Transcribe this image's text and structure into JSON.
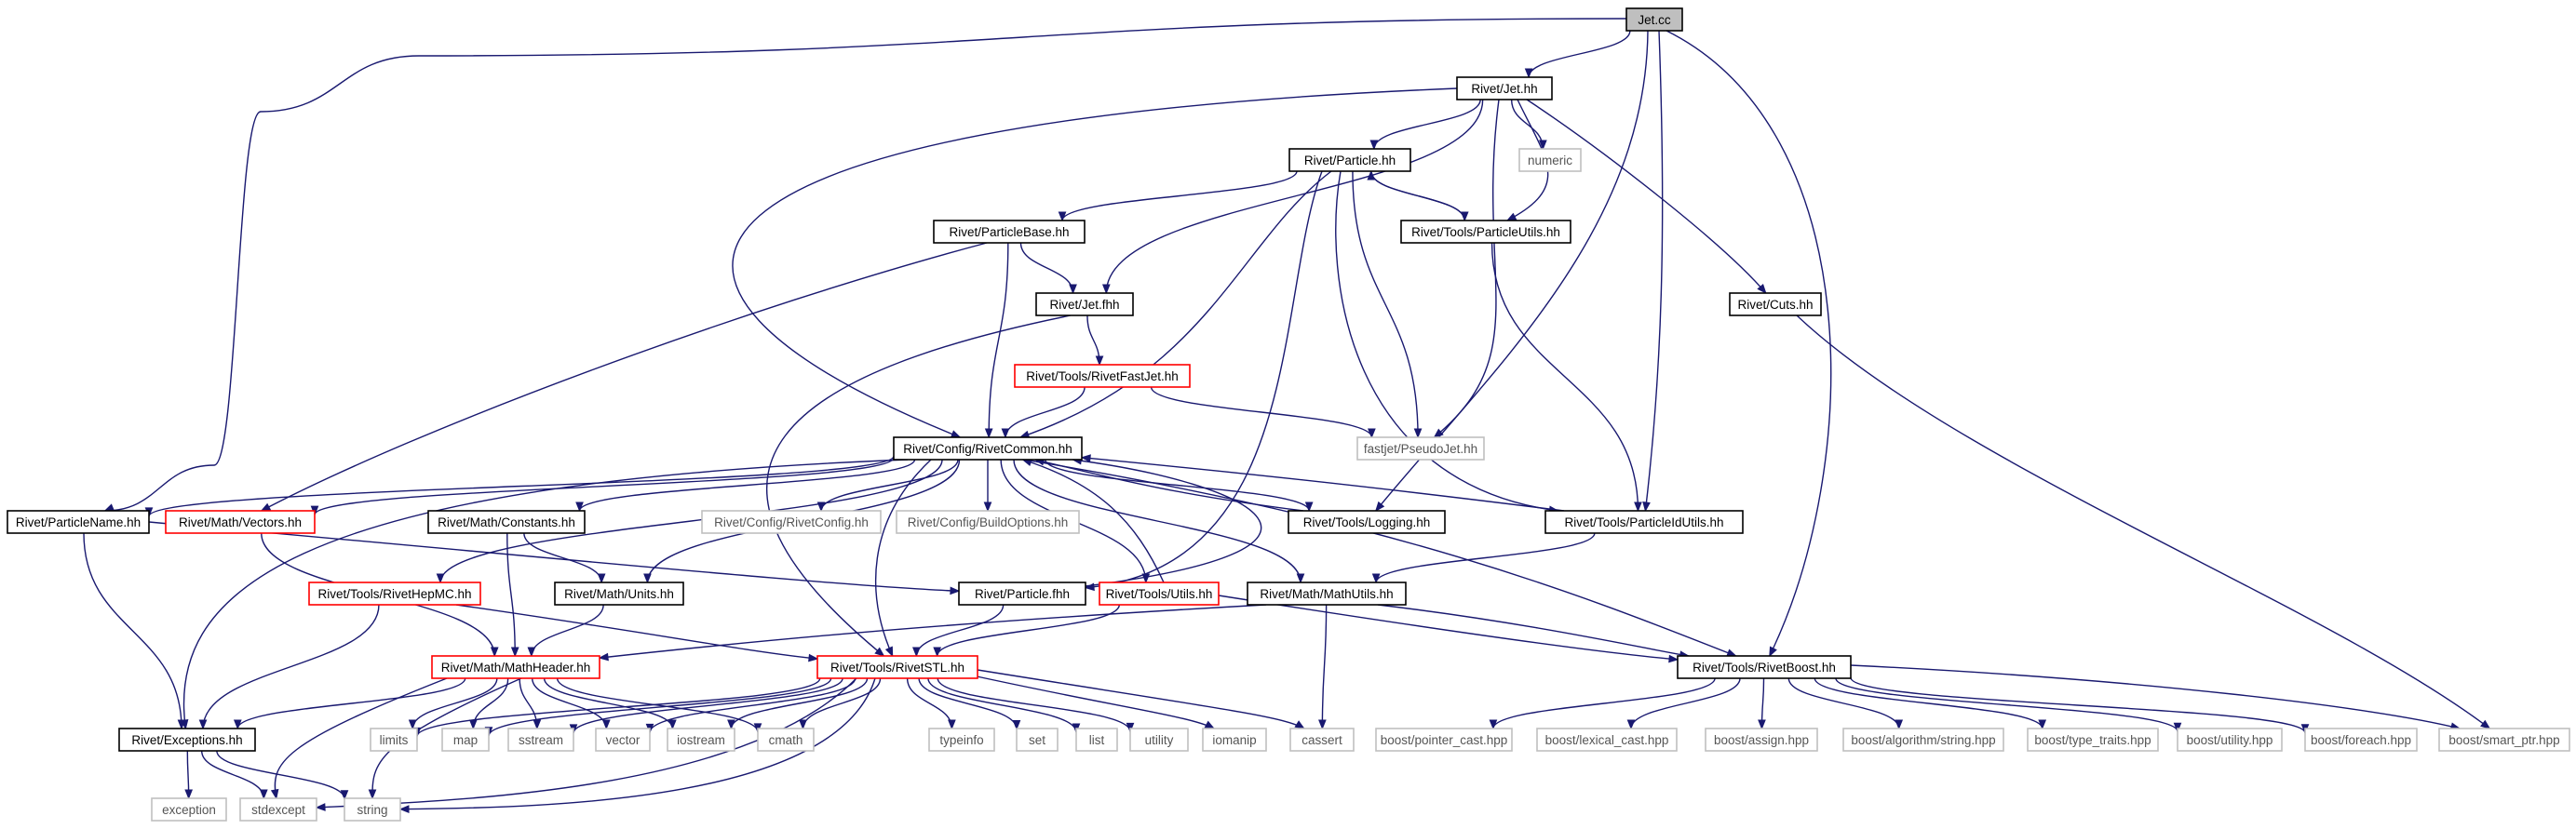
{
  "graph": {
    "colors": {
      "edge": "#191970",
      "edge_external": "#777777",
      "box_documented": "#000000",
      "box_undocumented": "#ff0000",
      "box_external": "#bfbfbf",
      "box_root_fill": "#bfbfbf"
    },
    "nodes": [
      {
        "id": "jet_cc",
        "label": "Jet.cc",
        "kind": "root"
      },
      {
        "id": "jet_hh",
        "label": "Rivet/Jet.hh",
        "kind": "doc"
      },
      {
        "id": "particle_hh",
        "label": "Rivet/Particle.hh",
        "kind": "doc"
      },
      {
        "id": "numeric",
        "label": "numeric",
        "kind": "ext"
      },
      {
        "id": "particlebase_hh",
        "label": "Rivet/ParticleBase.hh",
        "kind": "doc"
      },
      {
        "id": "particleutils_hh",
        "label": "Rivet/Tools/ParticleUtils.hh",
        "kind": "doc"
      },
      {
        "id": "jet_fhh",
        "label": "Rivet/Jet.fhh",
        "kind": "doc"
      },
      {
        "id": "cuts_hh",
        "label": "Rivet/Cuts.hh",
        "kind": "doc"
      },
      {
        "id": "rivetfastjet",
        "label": "Rivet/Tools/RivetFastJet.hh",
        "kind": "red"
      },
      {
        "id": "rivetcommon",
        "label": "Rivet/Config/RivetCommon.hh",
        "kind": "doc"
      },
      {
        "id": "pseudojet",
        "label": "fastjet/PseudoJet.hh",
        "kind": "ext"
      },
      {
        "id": "particlename",
        "label": "Rivet/ParticleName.hh",
        "kind": "doc"
      },
      {
        "id": "vectors",
        "label": "Rivet/Math/Vectors.hh",
        "kind": "red"
      },
      {
        "id": "constants",
        "label": "Rivet/Math/Constants.hh",
        "kind": "doc"
      },
      {
        "id": "rivetconfig",
        "label": "Rivet/Config/RivetConfig.hh",
        "kind": "ext"
      },
      {
        "id": "buildoptions",
        "label": "Rivet/Config/BuildOptions.hh",
        "kind": "ext"
      },
      {
        "id": "logging",
        "label": "Rivet/Tools/Logging.hh",
        "kind": "doc"
      },
      {
        "id": "particleidutils",
        "label": "Rivet/Tools/ParticleIdUtils.hh",
        "kind": "doc"
      },
      {
        "id": "rivethepmc",
        "label": "Rivet/Tools/RivetHepMC.hh",
        "kind": "red"
      },
      {
        "id": "units",
        "label": "Rivet/Math/Units.hh",
        "kind": "doc"
      },
      {
        "id": "particle_fhh",
        "label": "Rivet/Particle.fhh",
        "kind": "doc"
      },
      {
        "id": "utils",
        "label": "Rivet/Tools/Utils.hh",
        "kind": "red"
      },
      {
        "id": "mathutils",
        "label": "Rivet/Math/MathUtils.hh",
        "kind": "doc"
      },
      {
        "id": "mathheader",
        "label": "Rivet/Math/MathHeader.hh",
        "kind": "red"
      },
      {
        "id": "rivetstl",
        "label": "Rivet/Tools/RivetSTL.hh",
        "kind": "red"
      },
      {
        "id": "rivetboost",
        "label": "Rivet/Tools/RivetBoost.hh",
        "kind": "doc"
      },
      {
        "id": "exceptions",
        "label": "Rivet/Exceptions.hh",
        "kind": "doc"
      },
      {
        "id": "limits",
        "label": "limits",
        "kind": "ext"
      },
      {
        "id": "map",
        "label": "map",
        "kind": "ext"
      },
      {
        "id": "sstream",
        "label": "sstream",
        "kind": "ext"
      },
      {
        "id": "vector",
        "label": "vector",
        "kind": "ext"
      },
      {
        "id": "iostream",
        "label": "iostream",
        "kind": "ext"
      },
      {
        "id": "cmath",
        "label": "cmath",
        "kind": "ext"
      },
      {
        "id": "typeinfo",
        "label": "typeinfo",
        "kind": "ext"
      },
      {
        "id": "set",
        "label": "set",
        "kind": "ext"
      },
      {
        "id": "list",
        "label": "list",
        "kind": "ext"
      },
      {
        "id": "utility",
        "label": "utility",
        "kind": "ext"
      },
      {
        "id": "iomanip",
        "label": "iomanip",
        "kind": "ext"
      },
      {
        "id": "cassert",
        "label": "cassert",
        "kind": "ext"
      },
      {
        "id": "exception",
        "label": "exception",
        "kind": "ext"
      },
      {
        "id": "stdexcept",
        "label": "stdexcept",
        "kind": "ext"
      },
      {
        "id": "string",
        "label": "string",
        "kind": "ext"
      },
      {
        "id": "pointer_cast",
        "label": "boost/pointer_cast.hpp",
        "kind": "ext"
      },
      {
        "id": "lexical_cast",
        "label": "boost/lexical_cast.hpp",
        "kind": "ext"
      },
      {
        "id": "assign",
        "label": "boost/assign.hpp",
        "kind": "ext"
      },
      {
        "id": "algostring",
        "label": "boost/algorithm/string.hpp",
        "kind": "ext"
      },
      {
        "id": "type_traits",
        "label": "boost/type_traits.hpp",
        "kind": "ext"
      },
      {
        "id": "butility",
        "label": "boost/utility.hpp",
        "kind": "ext"
      },
      {
        "id": "foreach",
        "label": "boost/foreach.hpp",
        "kind": "ext"
      },
      {
        "id": "smart_ptr",
        "label": "boost/smart_ptr.hpp",
        "kind": "ext"
      }
    ],
    "edges": [
      [
        "jet_cc",
        "jet_hh"
      ],
      [
        "jet_cc",
        "particlename"
      ],
      [
        "jet_cc",
        "logging"
      ],
      [
        "jet_cc",
        "particleidutils"
      ],
      [
        "jet_cc",
        "rivetboost"
      ],
      [
        "jet_hh",
        "particle_hh"
      ],
      [
        "jet_hh",
        "numeric"
      ],
      [
        "jet_hh",
        "particleutils_hh"
      ],
      [
        "jet_hh",
        "jet_fhh"
      ],
      [
        "jet_hh",
        "cuts_hh"
      ],
      [
        "jet_hh",
        "rivetcommon"
      ],
      [
        "jet_hh",
        "pseudojet"
      ],
      [
        "particle_hh",
        "particlebase_hh"
      ],
      [
        "particle_hh",
        "particleutils_hh"
      ],
      [
        "particle_hh",
        "rivetcommon"
      ],
      [
        "particle_hh",
        "pseudojet"
      ],
      [
        "particle_hh",
        "particleidutils"
      ],
      [
        "particle_hh",
        "particle_fhh"
      ],
      [
        "particleutils_hh",
        "particle_hh"
      ],
      [
        "particleutils_hh",
        "particleidutils"
      ],
      [
        "particlebase_hh",
        "jet_fhh"
      ],
      [
        "particlebase_hh",
        "rivetcommon"
      ],
      [
        "particlebase_hh",
        "vectors"
      ],
      [
        "jet_fhh",
        "rivetfastjet"
      ],
      [
        "jet_fhh",
        "rivetstl"
      ],
      [
        "cuts_hh",
        "smart_ptr"
      ],
      [
        "rivetfastjet",
        "rivetcommon"
      ],
      [
        "rivetfastjet",
        "pseudojet"
      ],
      [
        "rivetcommon",
        "particlename"
      ],
      [
        "rivetcommon",
        "vectors"
      ],
      [
        "rivetcommon",
        "constants"
      ],
      [
        "rivetcommon",
        "rivetconfig"
      ],
      [
        "rivetcommon",
        "buildoptions"
      ],
      [
        "rivetcommon",
        "logging"
      ],
      [
        "rivetcommon",
        "rivethepmc"
      ],
      [
        "rivetcommon",
        "units"
      ],
      [
        "rivetcommon",
        "utils"
      ],
      [
        "rivetcommon",
        "mathutils"
      ],
      [
        "rivetcommon",
        "rivetstl"
      ],
      [
        "rivetcommon",
        "rivetboost"
      ],
      [
        "rivetcommon",
        "exceptions"
      ],
      [
        "logging",
        "rivetcommon"
      ],
      [
        "particleidutils",
        "rivetcommon"
      ],
      [
        "utils",
        "rivetcommon"
      ],
      [
        "particle_fhh",
        "rivetcommon"
      ],
      [
        "particlename",
        "particle_fhh"
      ],
      [
        "particlename",
        "exceptions"
      ],
      [
        "vectors",
        "mathheader"
      ],
      [
        "constants",
        "units"
      ],
      [
        "constants",
        "mathheader"
      ],
      [
        "units",
        "mathheader"
      ],
      [
        "rivethepmc",
        "rivetstl"
      ],
      [
        "rivethepmc",
        "exceptions"
      ],
      [
        "particle_fhh",
        "rivetstl"
      ],
      [
        "utils",
        "rivetstl"
      ],
      [
        "utils",
        "rivetboost"
      ],
      [
        "mathutils",
        "mathheader"
      ],
      [
        "mathutils",
        "cassert"
      ],
      [
        "mathutils",
        "rivetboost"
      ],
      [
        "particleidutils",
        "mathutils"
      ],
      [
        "mathheader",
        "exceptions"
      ],
      [
        "mathheader",
        "limits"
      ],
      [
        "mathheader",
        "map"
      ],
      [
        "mathheader",
        "sstream"
      ],
      [
        "mathheader",
        "vector"
      ],
      [
        "mathheader",
        "iostream"
      ],
      [
        "mathheader",
        "cmath"
      ],
      [
        "mathheader",
        "string"
      ],
      [
        "mathheader",
        "stdexcept"
      ],
      [
        "rivetstl",
        "limits"
      ],
      [
        "rivetstl",
        "map"
      ],
      [
        "rivetstl",
        "sstream"
      ],
      [
        "rivetstl",
        "vector"
      ],
      [
        "rivetstl",
        "iostream"
      ],
      [
        "rivetstl",
        "cmath"
      ],
      [
        "rivetstl",
        "typeinfo"
      ],
      [
        "rivetstl",
        "set"
      ],
      [
        "rivetstl",
        "list"
      ],
      [
        "rivetstl",
        "utility"
      ],
      [
        "rivetstl",
        "iomanip"
      ],
      [
        "rivetstl",
        "cassert"
      ],
      [
        "rivetstl",
        "string"
      ],
      [
        "rivetstl",
        "stdexcept"
      ],
      [
        "exceptions",
        "exception"
      ],
      [
        "exceptions",
        "stdexcept"
      ],
      [
        "exceptions",
        "string"
      ],
      [
        "rivetboost",
        "pointer_cast"
      ],
      [
        "rivetboost",
        "lexical_cast"
      ],
      [
        "rivetboost",
        "assign"
      ],
      [
        "rivetboost",
        "algostring"
      ],
      [
        "rivetboost",
        "type_traits"
      ],
      [
        "rivetboost",
        "butility"
      ],
      [
        "rivetboost",
        "foreach"
      ],
      [
        "rivetboost",
        "smart_ptr"
      ]
    ]
  }
}
